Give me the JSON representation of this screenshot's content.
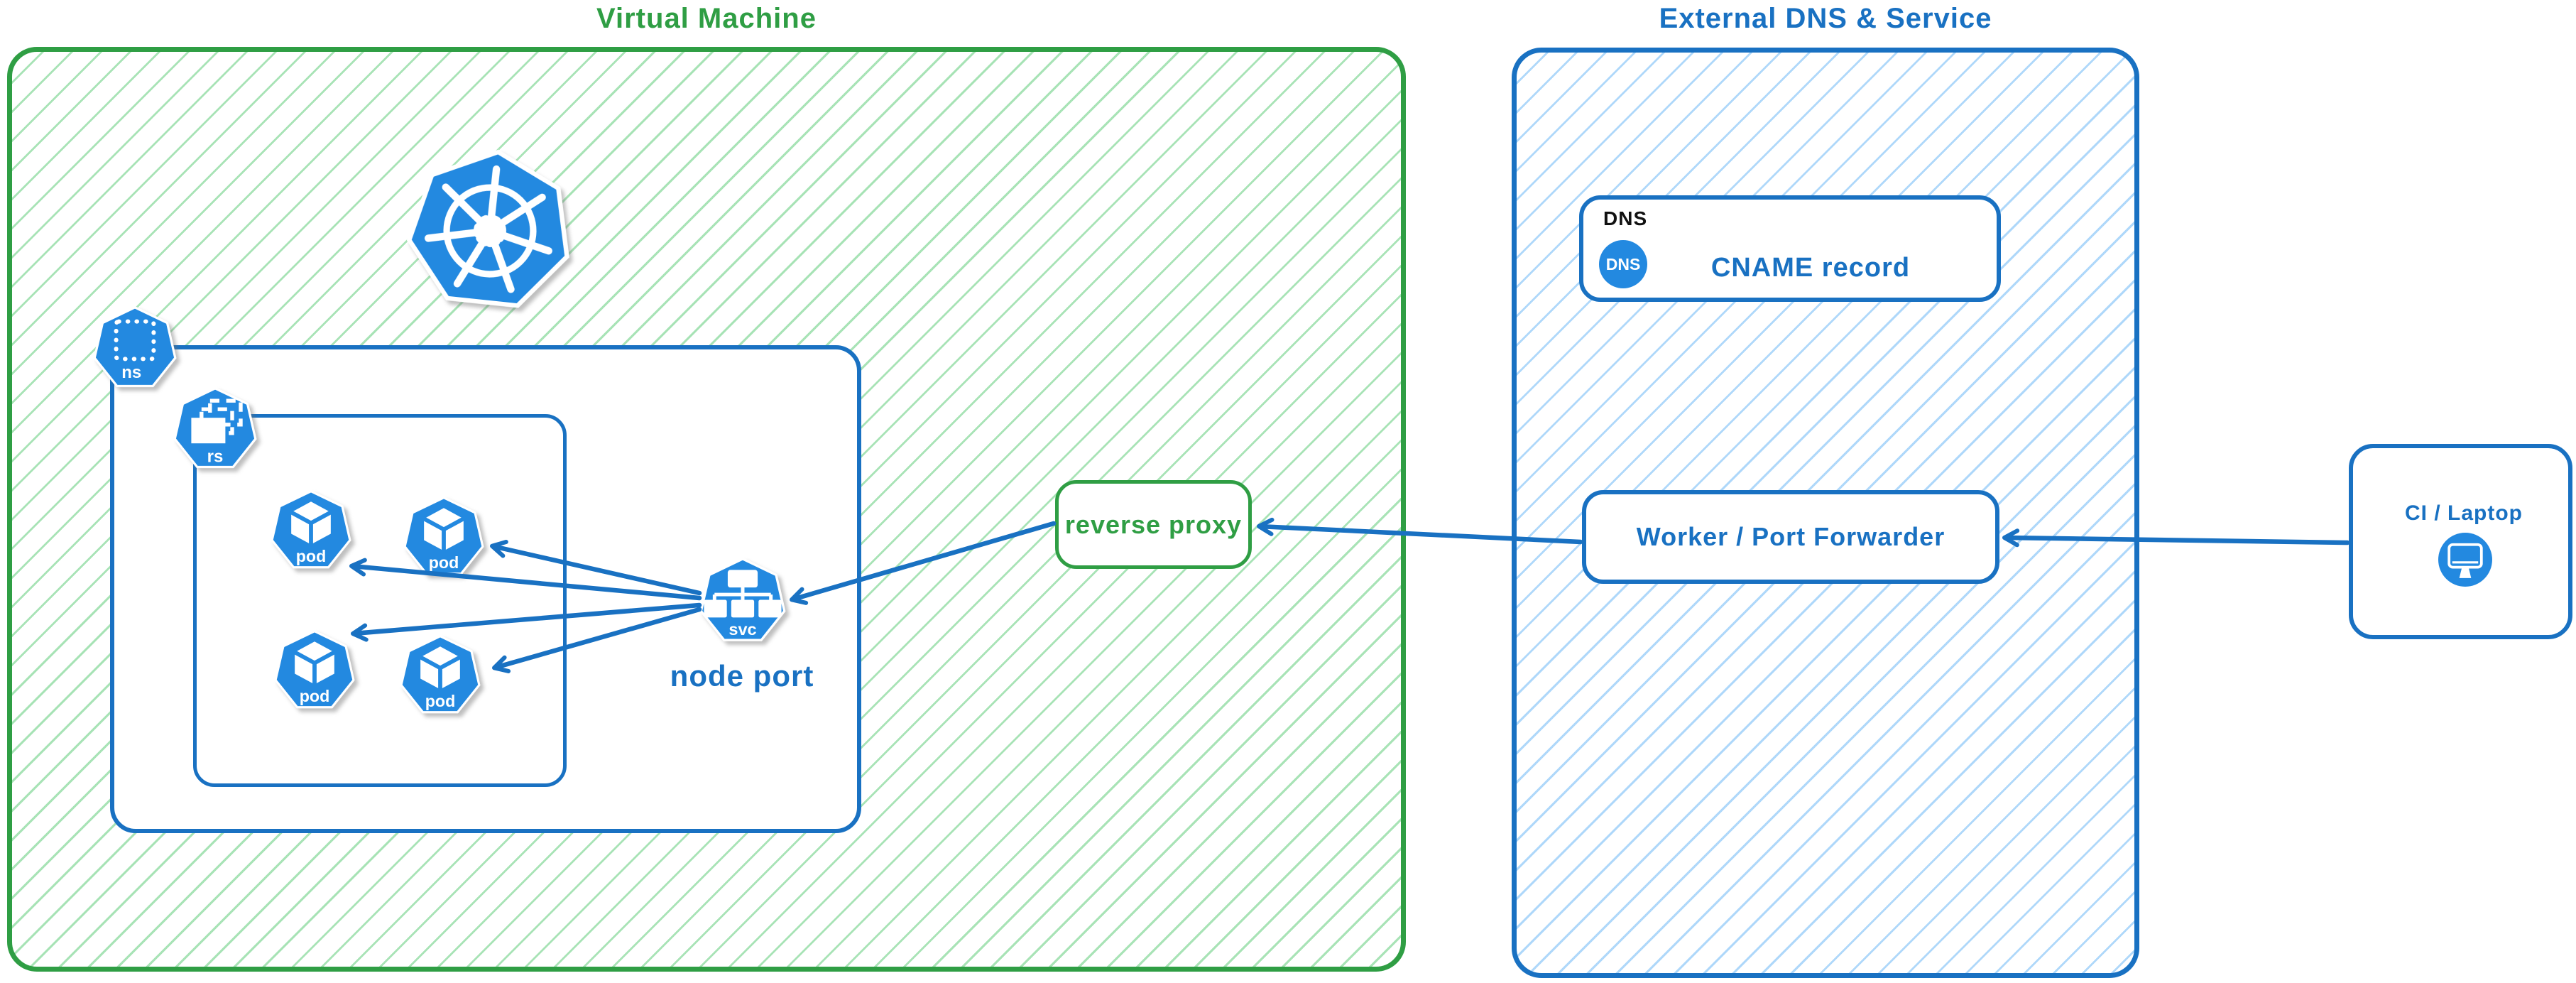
{
  "vm": {
    "title": "Virtual Machine"
  },
  "external": {
    "title": "External DNS & Service"
  },
  "labels": {
    "node_port": "node port"
  },
  "icons": {
    "ns": "ns",
    "rs": "rs",
    "pod": "pod",
    "svc": "svc",
    "kubernetes": "kubernetes-logo"
  },
  "nodes": {
    "reverse_proxy": {
      "label": "reverse proxy"
    },
    "dns_record": {
      "tag": "DNS",
      "badge": "DNS",
      "label": "CNAME record"
    },
    "worker": {
      "label": "Worker / Port Forwarder"
    },
    "ci": {
      "label": "CI / Laptop"
    }
  },
  "colors": {
    "green_stroke": "#2f9e44",
    "green_hatch": "#52c76e",
    "blue_stroke": "#1971c2",
    "blue_hatch": "#60b2f4",
    "icon_blue": "#2389e0",
    "text_black": "#111111"
  }
}
